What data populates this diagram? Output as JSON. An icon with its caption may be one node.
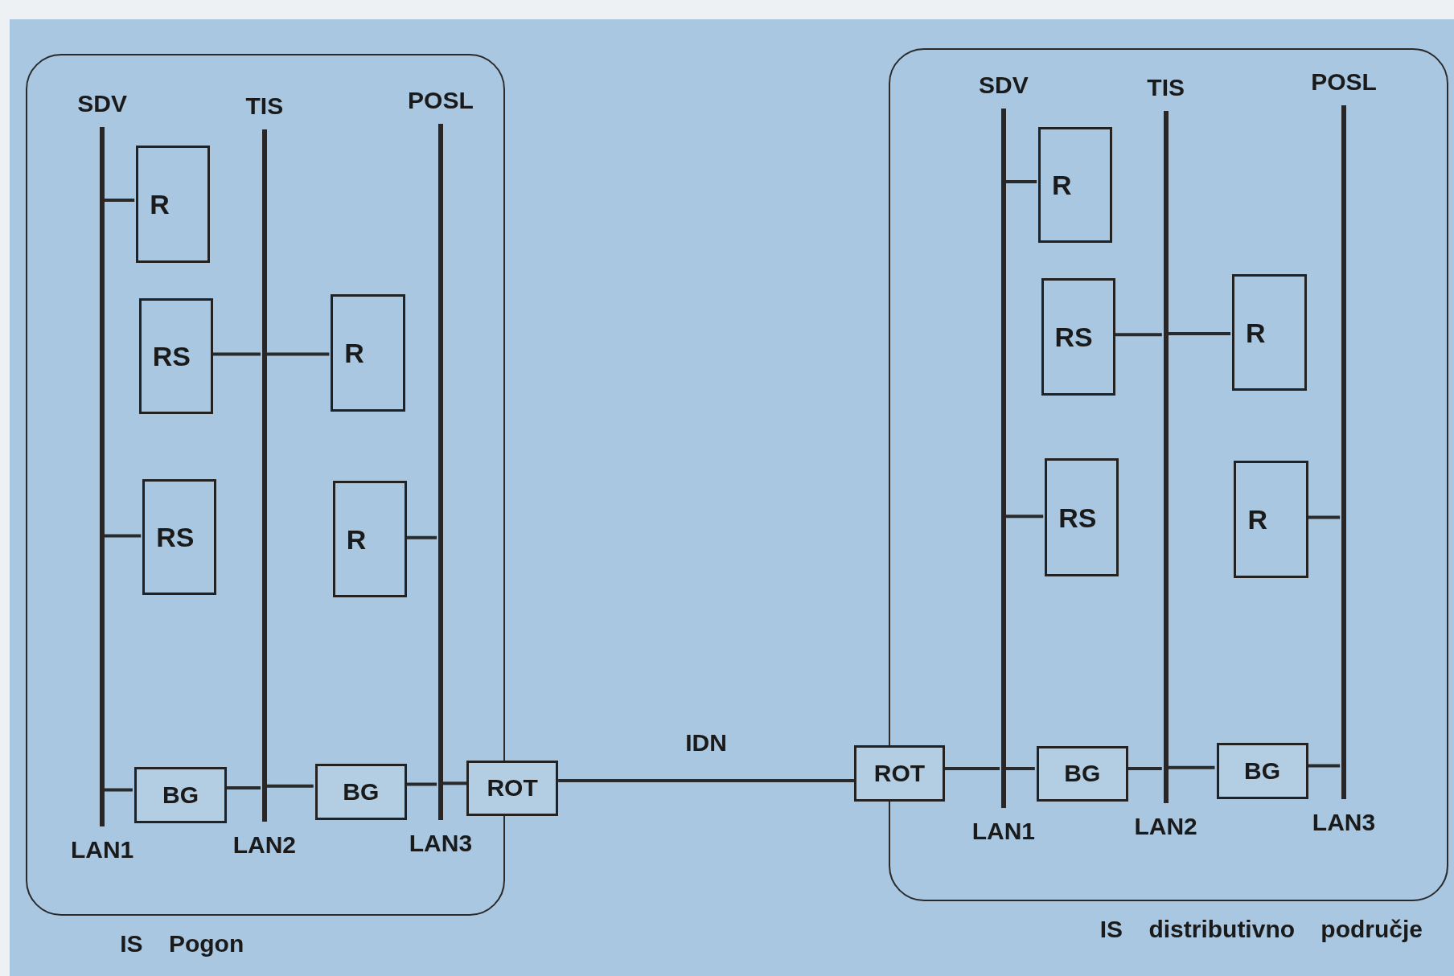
{
  "diagram": {
    "nodes": [
      {
        "text": [
          "IS Pogon"
        ]
      },
      {
        "text": [],
        "shape": "bar",
        "in": 0,
        "beside": [
          "SDV",
          "LAN1"
        ]
      },
      {
        "text": [],
        "shape": "bar",
        "in": 0,
        "beside": [
          "TIS",
          "LAN2"
        ]
      },
      {
        "text": [],
        "shape": "bar",
        "in": 0,
        "beside": [
          "POSL",
          "LAN3"
        ]
      },
      {
        "text": [
          "R"
        ],
        "in": 0
      },
      {
        "text": [
          "RS"
        ],
        "in": 0
      },
      {
        "text": [
          "R"
        ],
        "in": 0
      },
      {
        "text": [
          "RS"
        ],
        "in": 0
      },
      {
        "text": [
          "R"
        ],
        "in": 0
      },
      {
        "text": [
          "BG"
        ],
        "in": 0
      },
      {
        "text": [
          "BG"
        ],
        "in": 0
      },
      {
        "text": [
          "ROT"
        ]
      },
      {
        "text": [
          "IS distributivno područje"
        ]
      },
      {
        "text": [],
        "shape": "bar",
        "in": 12,
        "beside": [
          "SDV",
          "LAN1"
        ]
      },
      {
        "text": [],
        "shape": "bar",
        "in": 12,
        "beside": [
          "TIS",
          "LAN2"
        ]
      },
      {
        "text": [],
        "shape": "bar",
        "in": 12,
        "beside": [
          "POSL",
          "LAN3"
        ]
      },
      {
        "text": [
          "R"
        ],
        "in": 12
      },
      {
        "text": [
          "RS"
        ],
        "in": 12
      },
      {
        "text": [
          "R"
        ],
        "in": 12
      },
      {
        "text": [
          "RS"
        ],
        "in": 12
      },
      {
        "text": [
          "R"
        ],
        "in": 12
      },
      {
        "text": [
          "ROT"
        ]
      },
      {
        "text": [
          "BG"
        ],
        "in": 12
      },
      {
        "text": [
          "BG"
        ],
        "in": 12
      }
    ],
    "edges": [
      {
        "from": 4,
        "to": 1,
        "arrow": "none"
      },
      {
        "from": 5,
        "to": 2,
        "arrow": "none"
      },
      {
        "from": 6,
        "to": 2,
        "arrow": "none"
      },
      {
        "from": 7,
        "to": 1,
        "arrow": "none"
      },
      {
        "from": 8,
        "to": 3,
        "arrow": "none"
      },
      {
        "from": 9,
        "to": 1,
        "arrow": "none"
      },
      {
        "from": 9,
        "to": 2,
        "arrow": "none"
      },
      {
        "from": 10,
        "to": 2,
        "arrow": "none"
      },
      {
        "from": 10,
        "to": 3,
        "arrow": "none"
      },
      {
        "from": 11,
        "to": 3,
        "arrow": "none"
      },
      {
        "from": 11,
        "to": 21,
        "arrow": "none",
        "label": "IDN"
      },
      {
        "from": 16,
        "to": 13,
        "arrow": "none"
      },
      {
        "from": 17,
        "to": 14,
        "arrow": "none"
      },
      {
        "from": 18,
        "to": 14,
        "arrow": "none"
      },
      {
        "from": 19,
        "to": 13,
        "arrow": "none"
      },
      {
        "from": 20,
        "to": 15,
        "arrow": "none"
      },
      {
        "from": 21,
        "to": 13,
        "arrow": "none"
      },
      {
        "from": 22,
        "to": 13,
        "arrow": "none"
      },
      {
        "from": 22,
        "to": 14,
        "arrow": "none"
      },
      {
        "from": 23,
        "to": 14,
        "arrow": "none"
      },
      {
        "from": 23,
        "to": 15,
        "arrow": "none"
      }
    ]
  }
}
